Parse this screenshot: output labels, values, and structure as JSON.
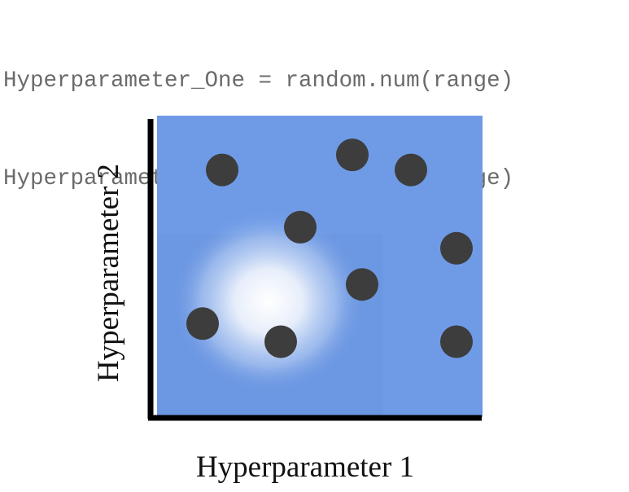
{
  "code": {
    "line_one": "Hyperparameter_One = random.num(range)",
    "line_two": "Hyperparameter_Two = random.num(range)"
  },
  "chart_data": {
    "type": "scatter",
    "xlabel": "Hyperparameter 1",
    "ylabel": "Hyperparameter 2",
    "xlim": [
      0,
      1
    ],
    "ylim": [
      0,
      1
    ],
    "grid": false,
    "points": [
      {
        "x": 0.2,
        "y": 0.82
      },
      {
        "x": 0.6,
        "y": 0.87
      },
      {
        "x": 0.78,
        "y": 0.82
      },
      {
        "x": 0.44,
        "y": 0.63
      },
      {
        "x": 0.92,
        "y": 0.56
      },
      {
        "x": 0.63,
        "y": 0.44
      },
      {
        "x": 0.14,
        "y": 0.31
      },
      {
        "x": 0.38,
        "y": 0.25
      },
      {
        "x": 0.92,
        "y": 0.25
      }
    ],
    "colors": {
      "background": "#6f9be6",
      "point": "#3d3d3d",
      "highlight": "#ffffff",
      "axis": "#000000"
    }
  }
}
